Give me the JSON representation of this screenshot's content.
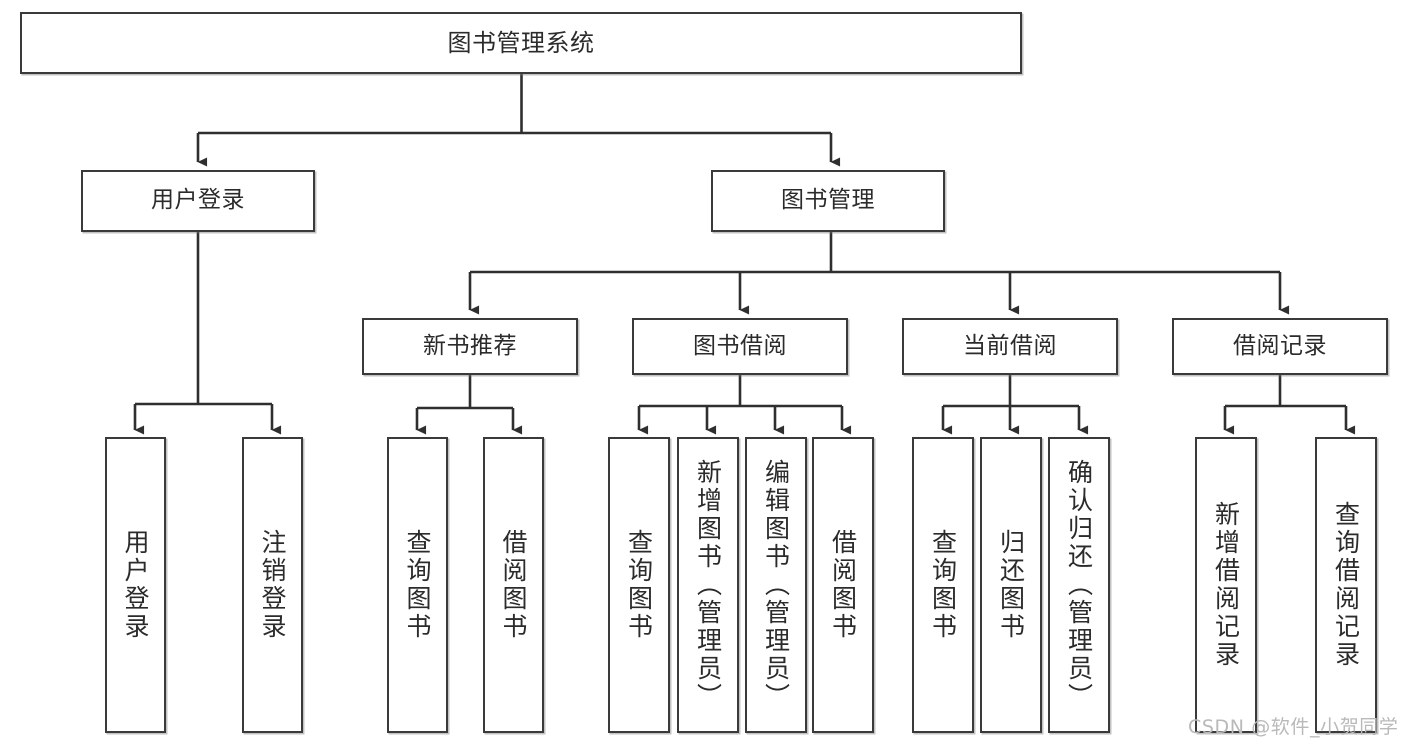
{
  "diagram": {
    "title": "图书管理系统",
    "type": "tree-hierarchy-chart",
    "orientation": "top-down",
    "colors": {
      "box_border": "#3a3a3a",
      "box_fill": "#ffffff",
      "connector": "#2f2f2f",
      "text": "#2b2b2b",
      "watermark": "#b9b9b9",
      "background": "#ffffff"
    }
  },
  "root": {
    "label": "图书管理系统"
  },
  "level2": [
    {
      "label": "用户登录"
    },
    {
      "label": "图书管理"
    }
  ],
  "level3": [
    {
      "label": "新书推荐"
    },
    {
      "label": "图书借阅"
    },
    {
      "label": "当前借阅"
    },
    {
      "label": "借阅记录"
    }
  ],
  "leaves": {
    "user_login": [
      {
        "label": "用户登录"
      },
      {
        "label": "注销登录"
      }
    ],
    "new_book_recommend": [
      {
        "label": "查询图书"
      },
      {
        "label": "借阅图书"
      }
    ],
    "book_borrow": [
      {
        "label": "查询图书"
      },
      {
        "label": "新增图书（管理员）"
      },
      {
        "label": "编辑图书（管理员）"
      },
      {
        "label": "借阅图书"
      }
    ],
    "current_borrow": [
      {
        "label": "查询图书"
      },
      {
        "label": "归还图书"
      },
      {
        "label": "确认归还（管理员）"
      }
    ],
    "borrow_record": [
      {
        "label": "新增借阅记录"
      },
      {
        "label": "查询借阅记录"
      }
    ]
  },
  "watermark": {
    "text": "CSDN @软件_小贺同学"
  }
}
